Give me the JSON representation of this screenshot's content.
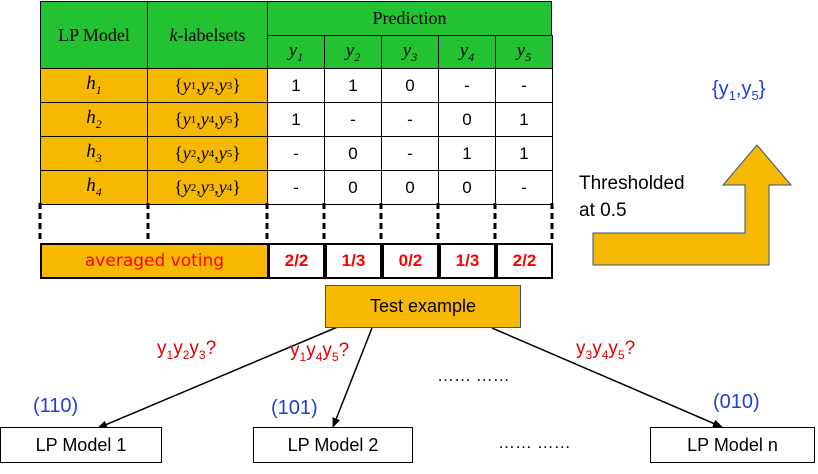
{
  "table": {
    "header_model": "LP Model",
    "header_labelsets_k": "k",
    "header_labelsets_rest": "-labelsets",
    "header_prediction": "Prediction",
    "labels": [
      {
        "base": "y",
        "sub": "1"
      },
      {
        "base": "y",
        "sub": "2"
      },
      {
        "base": "y",
        "sub": "3"
      },
      {
        "base": "y",
        "sub": "4"
      },
      {
        "base": "y",
        "sub": "5"
      }
    ],
    "rows": [
      {
        "model_base": "h",
        "model_sub": "1",
        "labelset": [
          {
            "b": "y",
            "s": "1"
          },
          {
            "b": "y",
            "s": "2"
          },
          {
            "b": "y",
            "s": "3"
          }
        ],
        "values": [
          "1",
          "1",
          "0",
          "-",
          "-"
        ]
      },
      {
        "model_base": "h",
        "model_sub": "2",
        "labelset": [
          {
            "b": "y",
            "s": "1"
          },
          {
            "b": "y",
            "s": "4"
          },
          {
            "b": "y",
            "s": "5"
          }
        ],
        "values": [
          "1",
          "-",
          "-",
          "0",
          "1"
        ]
      },
      {
        "model_base": "h",
        "model_sub": "3",
        "labelset": [
          {
            "b": "y",
            "s": "2"
          },
          {
            "b": "y",
            "s": "4"
          },
          {
            "b": "y",
            "s": "5"
          }
        ],
        "values": [
          "-",
          "0",
          "-",
          "1",
          "1"
        ]
      },
      {
        "model_base": "h",
        "model_sub": "4",
        "labelset": [
          {
            "b": "y",
            "s": "2"
          },
          {
            "b": "y",
            "s": "3"
          },
          {
            "b": "y",
            "s": "4"
          }
        ],
        "values": [
          "-",
          "0",
          "0",
          "0",
          "-"
        ]
      }
    ],
    "voting_label": "averaged voting",
    "voting_values": [
      "2/2",
      "1/3",
      "0/2",
      "1/3",
      "2/2"
    ]
  },
  "threshold_text_line1": "Thresholded",
  "threshold_text_line2": "at 0.5",
  "result": {
    "open": "{y",
    "s1": "1",
    "mid": ",y",
    "s2": "5",
    "close": "}"
  },
  "test_example": "Test example",
  "questions": [
    [
      {
        "b": "y",
        "s": "1"
      },
      {
        "b": "y",
        "s": "2"
      },
      {
        "b": "y",
        "s": "3"
      }
    ],
    [
      {
        "b": "y",
        "s": "1"
      },
      {
        "b": "y",
        "s": "4"
      },
      {
        "b": "y",
        "s": "5"
      }
    ],
    [
      {
        "b": "y",
        "s": "3"
      },
      {
        "b": "y",
        "s": "4"
      },
      {
        "b": "y",
        "s": "5"
      }
    ]
  ],
  "models": [
    "LP Model 1",
    "LP Model 2",
    "LP Model n"
  ],
  "codes": [
    "(110)",
    "(101)",
    "(010)"
  ],
  "dots_mid": "…… ……",
  "dots_bottom": "…… ……",
  "colors": {
    "header_green": "#22c232",
    "orange": "#f6b800",
    "blue": "#1f3fd6",
    "red": "#e00000"
  }
}
